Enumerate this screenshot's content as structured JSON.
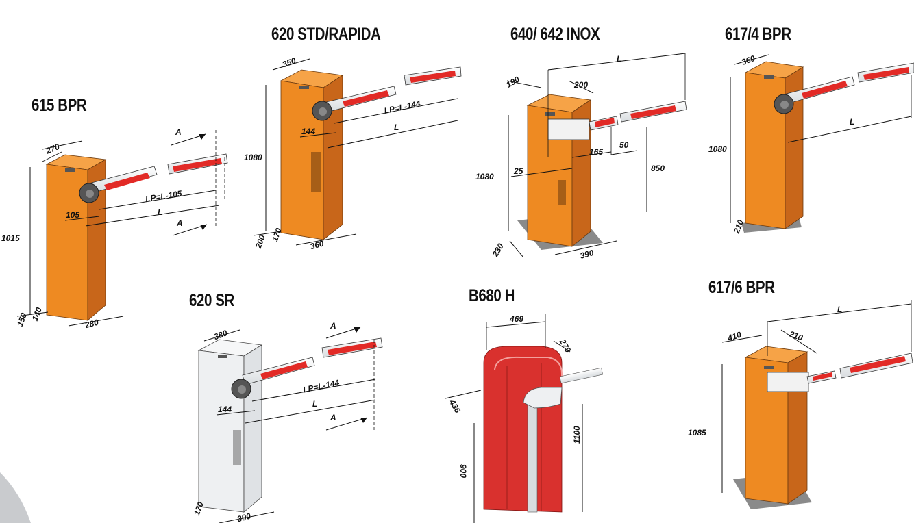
{
  "colors": {
    "orange": "#ee8a22",
    "orange_side": "#c8661a",
    "orange_top": "#f6a347",
    "red": "#e22a26",
    "grey_cabinet": "#eef0f2",
    "red_cabinet": "#d9312e"
  },
  "models": {
    "m615": {
      "title": "615 BPR",
      "dims": {
        "w": "270",
        "h": "1015",
        "d1": "140",
        "d2": "150",
        "base": "280",
        "lp": "LP=L-105",
        "l": "L",
        "off": "105",
        "a1": "A",
        "a2": "A"
      }
    },
    "m620": {
      "title": "620 STD/RAPIDA",
      "dims": {
        "w": "350",
        "h": "1080",
        "d1": "170",
        "d2": "200",
        "base": "360",
        "lp": "LP=L-144",
        "l": "L",
        "off": "144"
      }
    },
    "m640": {
      "title": "640/ 642 INOX",
      "dims": {
        "w": "190",
        "top": "200",
        "l": "L",
        "h": "1080",
        "a": "25",
        "b": "165",
        "c": "50",
        "arm": "850",
        "d": "230",
        "base": "390"
      }
    },
    "m617_4": {
      "title": "617/4 BPR",
      "dims": {
        "w": "360",
        "h": "1080",
        "d": "210",
        "l": "L"
      }
    },
    "m620sr": {
      "title": "620 SR",
      "dims": {
        "w": "380",
        "lp": "LP=L-144",
        "l": "L",
        "off": "144",
        "d": "170",
        "base": "390",
        "a1": "A",
        "a2": "A"
      }
    },
    "mb680": {
      "title": "B680 H",
      "dims": {
        "w": "469",
        "d": "279",
        "side": "436",
        "h1": "900",
        "h2": "1100"
      }
    },
    "m617_6": {
      "title": "617/6 BPR",
      "dims": {
        "w": "410",
        "top": "210",
        "l": "L",
        "h": "1085"
      }
    }
  }
}
